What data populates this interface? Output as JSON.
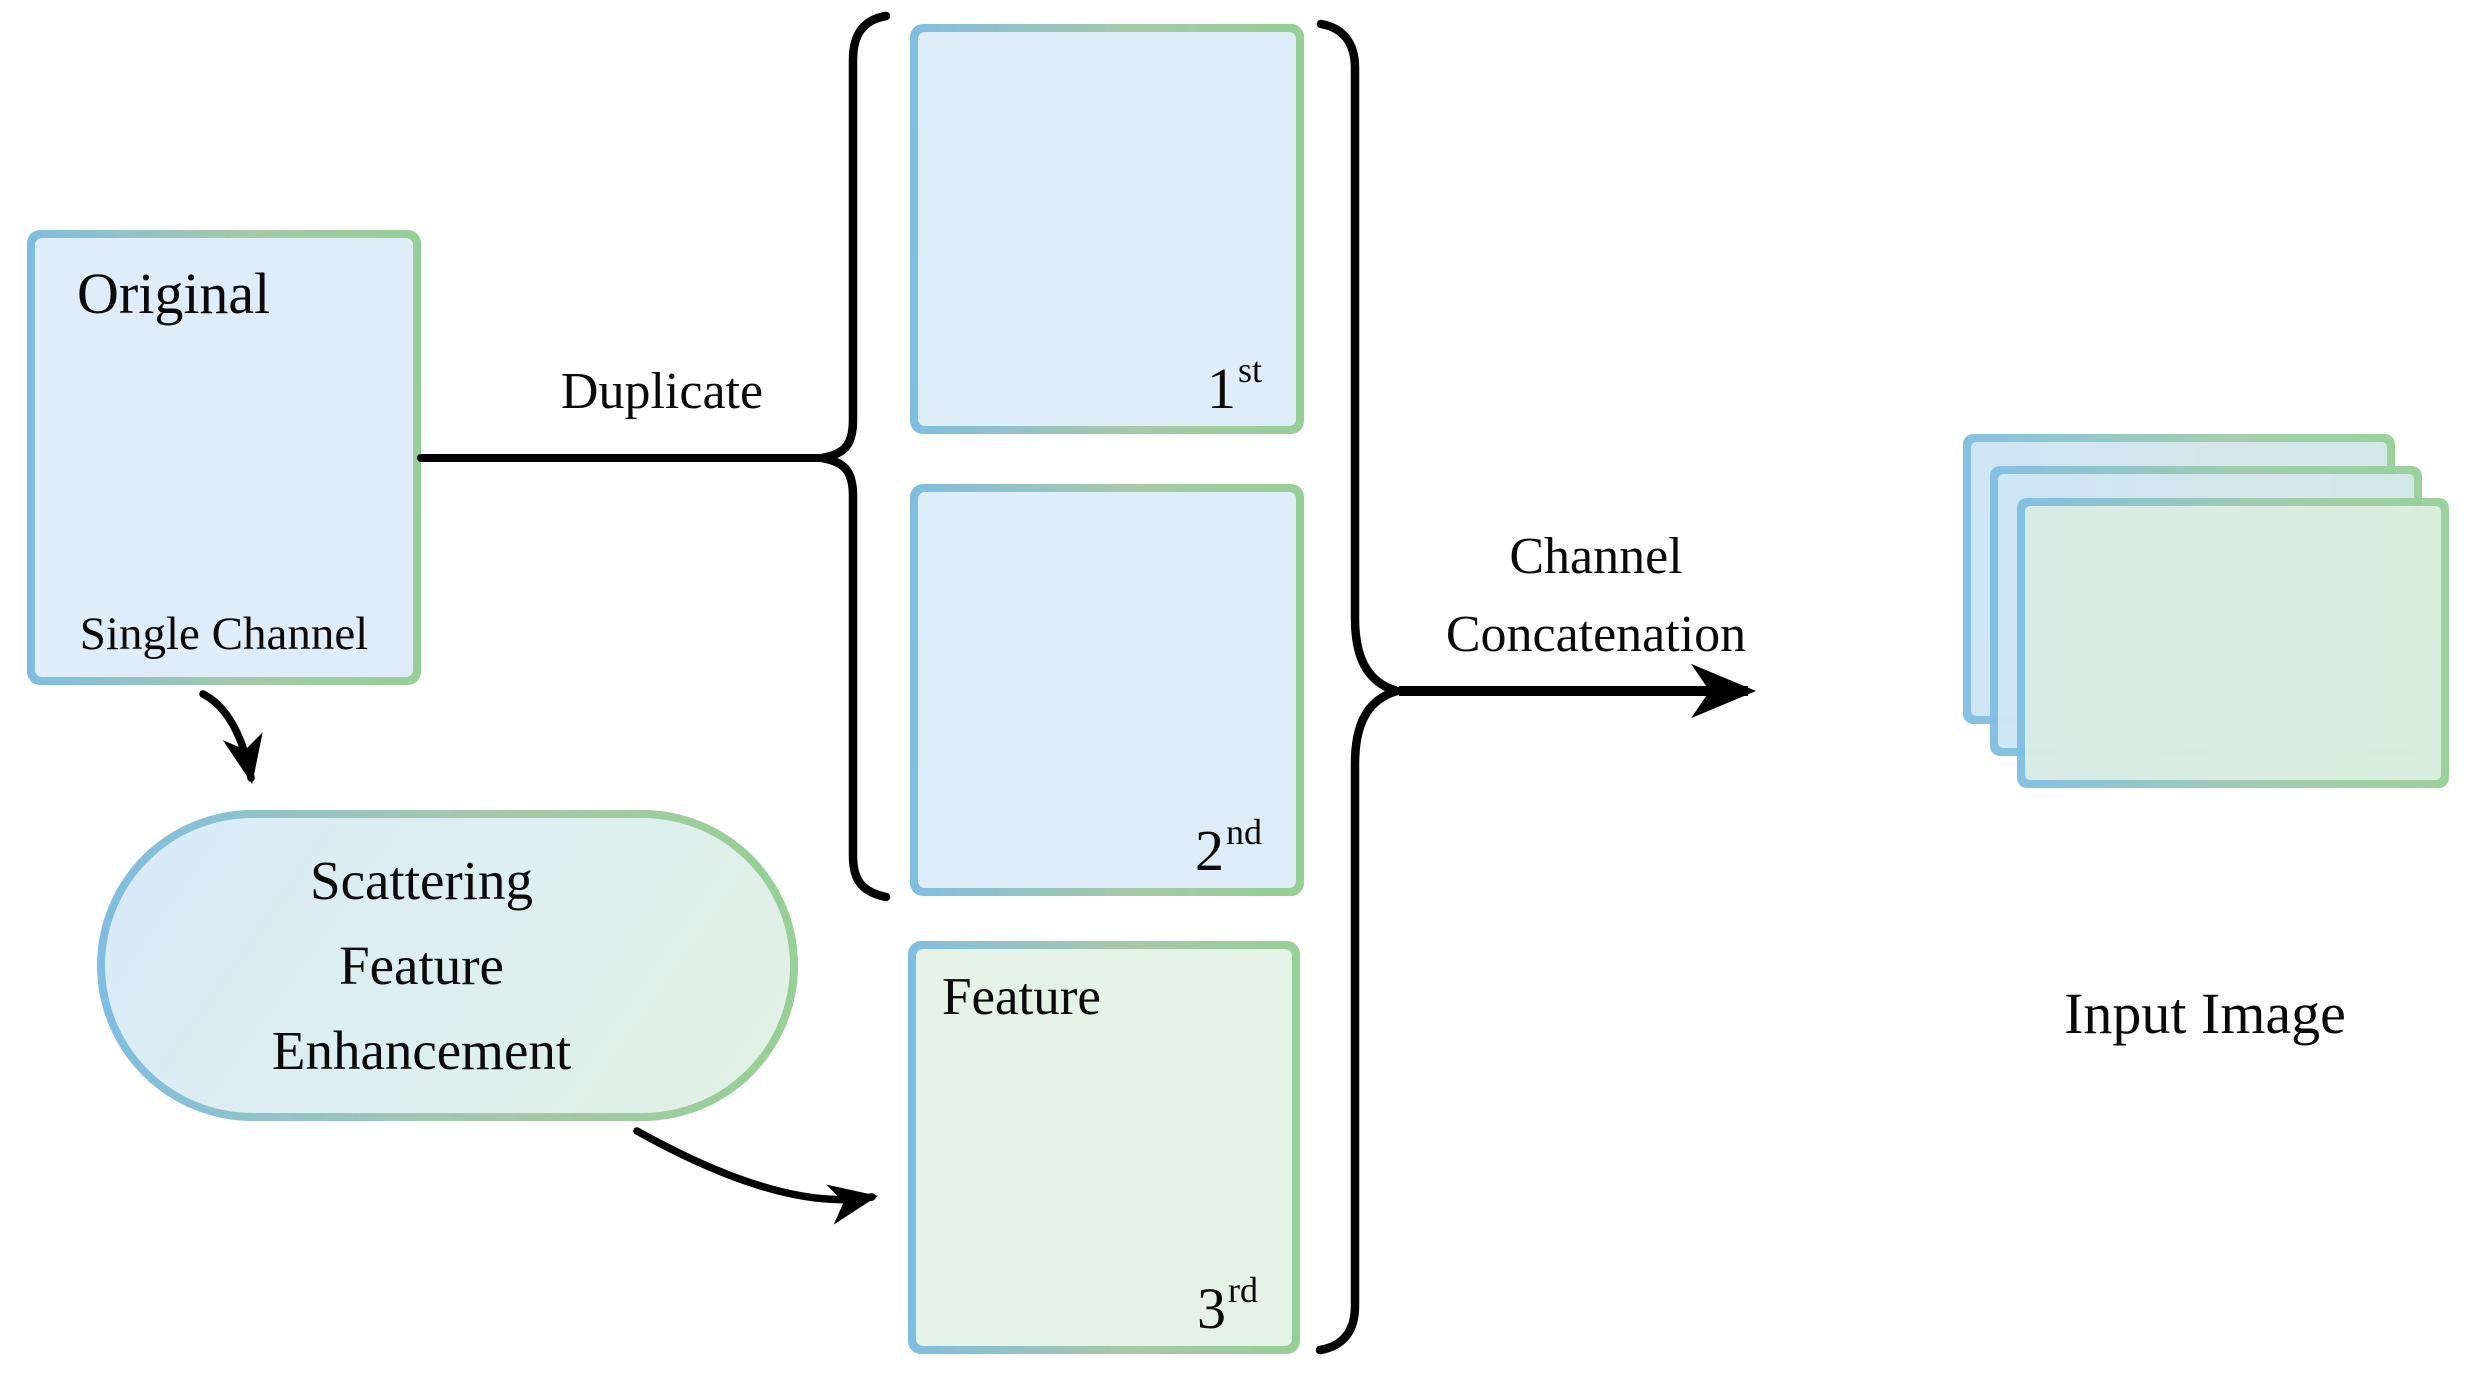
{
  "original_box": {
    "title": "Original",
    "subtitle": "Single Channel"
  },
  "duplicate_label": "Duplicate",
  "enhancement_box": {
    "line1": "Scattering",
    "line2": "Feature",
    "line3": "Enhancement"
  },
  "channel_boxes": [
    {
      "ordinal": "1",
      "suffix": "st"
    },
    {
      "ordinal": "2",
      "suffix": "nd"
    },
    {
      "ordinal": "3",
      "suffix": "rd",
      "label": "Feature"
    }
  ],
  "concatenation_label": {
    "line1": "Channel",
    "line2": "Concatenation"
  },
  "output": {
    "caption": "Input Image"
  },
  "colors": {
    "border_blue": "#7fbde2",
    "border_green": "#95d095",
    "fill_blue": "#deedf8",
    "fill_green": "#e5f3e7",
    "pill_fill_blue": "#d8eaf7",
    "pill_fill_green": "#e2f1e3",
    "connector_black": "#000000"
  }
}
